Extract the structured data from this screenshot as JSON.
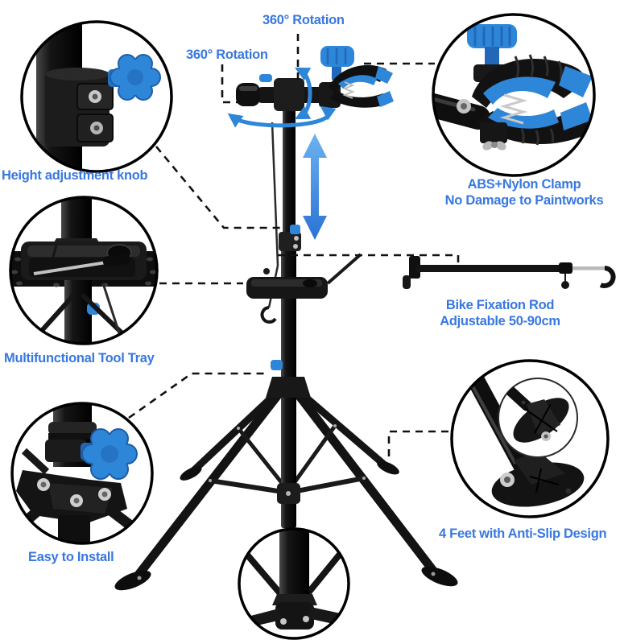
{
  "diagram": {
    "subject": "bike-repair-stand-feature-diagram",
    "background": "#ffffff"
  },
  "colors": {
    "label_text": "#3878e0",
    "product_blue": "#2e86d8",
    "product_blue_dark": "#2268b8",
    "product_black": "#121212",
    "leader_line": "#111111",
    "silver": "#c9c9c9"
  },
  "callouts": {
    "rotation_top": {
      "label": "360° Rotation"
    },
    "rotation_side": {
      "label": "360° Rotation"
    },
    "height_knob": {
      "label": "Height adjustment knob"
    },
    "clamp": {
      "label_line1": "ABS+Nylon Clamp",
      "label_line2": "No Damage to Paintworks"
    },
    "tool_tray": {
      "label": "Multifunctional Tool Tray"
    },
    "fixation_rod": {
      "label_line1": "Bike Fixation Rod",
      "label_line2": "Adjustable 50-90cm"
    },
    "easy_install": {
      "label": "Easy to Install"
    },
    "feet": {
      "label": "4 Feet with Anti-Slip Design"
    }
  }
}
